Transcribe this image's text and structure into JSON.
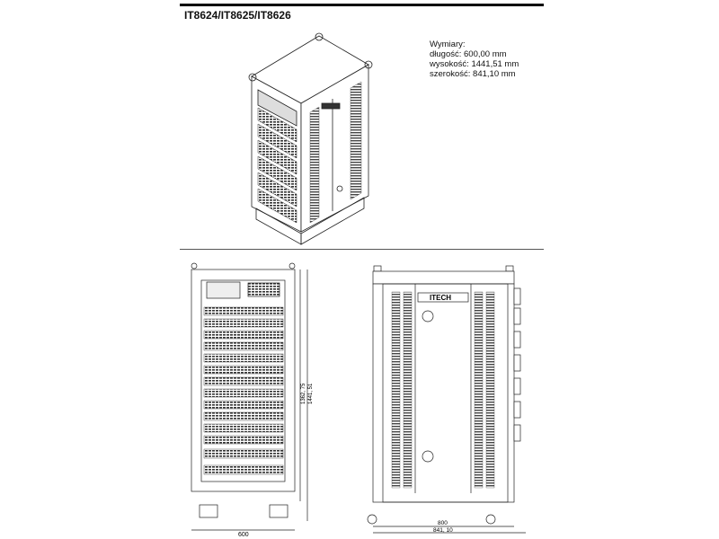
{
  "title": "IT8624/IT8625/IT8626",
  "dimensions": {
    "heading": "Wymiary:",
    "length": "długość: 600,00 mm",
    "height": "wysokość: 1441,51 mm",
    "width": "szerokość: 841,10 mm"
  },
  "front_view": {
    "width_label": "600",
    "inner_height_label": "1362, 75",
    "height_label": "1441, 51"
  },
  "side_view": {
    "logo": "ITECH",
    "inner_depth_label": "800",
    "depth_label": "841, 10"
  }
}
